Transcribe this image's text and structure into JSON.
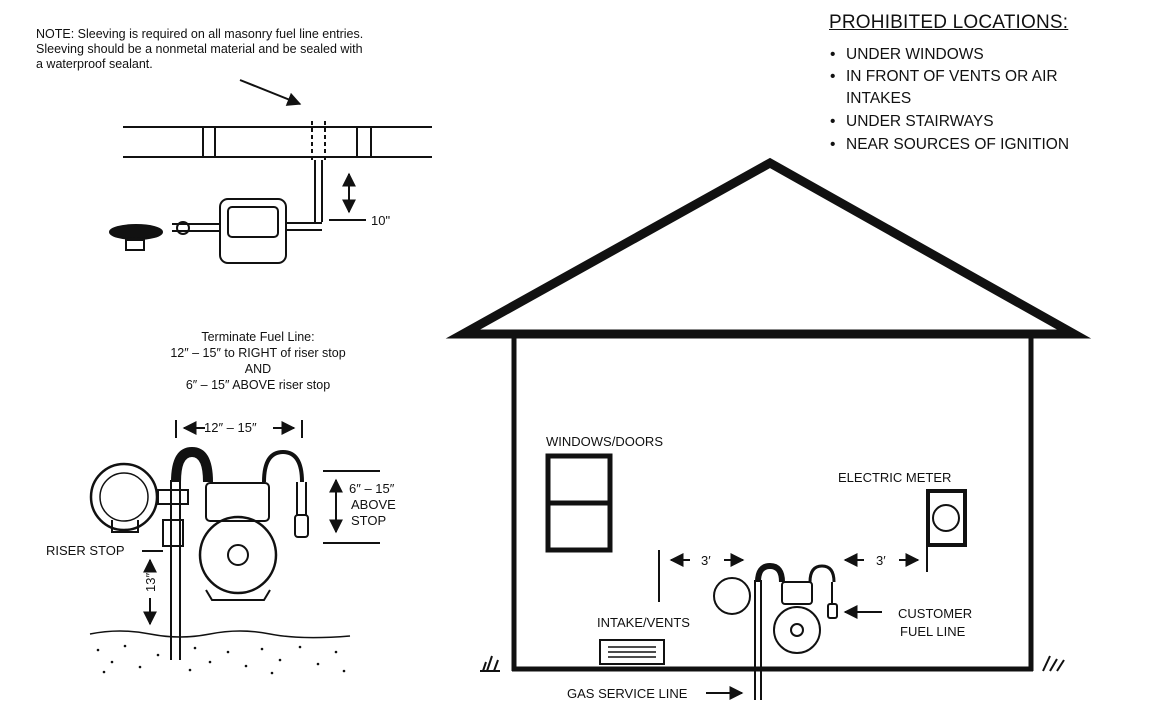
{
  "note": {
    "lines": [
      "NOTE: Sleeving is required on all masonry fuel line entries.",
      "Sleeving should be a nonmetal material and be sealed with",
      "a waterproof sealant."
    ]
  },
  "prohibited": {
    "title": "PROHIBITED LOCATIONS:",
    "items": [
      "UNDER WINDOWS",
      "IN FRONT OF VENTS OR AIR INTAKES",
      "UNDER STAIRWAYS",
      "NEAR SOURCES OF IGNITION"
    ]
  },
  "terminate": {
    "lines": [
      "Terminate Fuel Line:",
      "12″ – 15″ to RIGHT of riser stop",
      "AND",
      "6″ – 15″ ABOVE riser stop"
    ]
  },
  "labels": {
    "dim_10": "10\"",
    "dim_12_15": "12″ – 15″",
    "above_1": "6″ – 15″",
    "above_2": "ABOVE",
    "above_3": "STOP",
    "riser_stop": "RISER STOP",
    "dim_13": "13″",
    "windows_doors": "WINDOWS/DOORS",
    "electric_meter": "ELECTRIC METER",
    "dim_3_left": "3′",
    "dim_3_right": "3′",
    "intake_vents": "INTAKE/VENTS",
    "customer_1": "CUSTOMER",
    "customer_2": "FUEL LINE",
    "gas_service": "GAS SERVICE LINE"
  },
  "colors": {
    "ink": "#111111",
    "paper": "#ffffff"
  }
}
